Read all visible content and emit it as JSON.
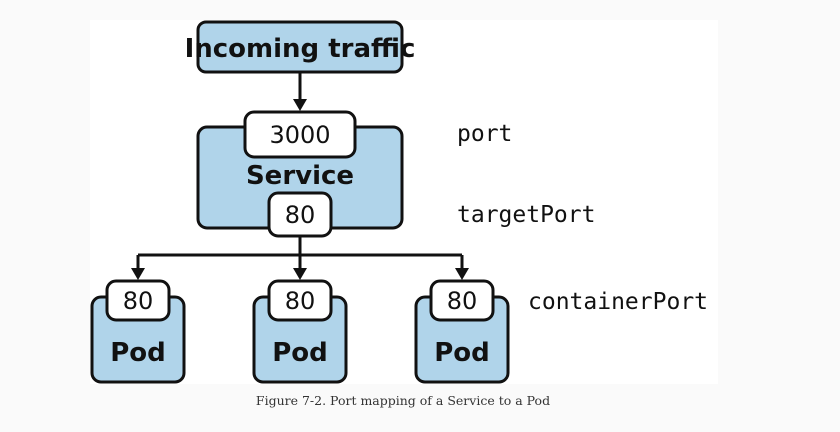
{
  "diagram": {
    "traffic_label": "Incoming traffic",
    "service_label": "Service",
    "service_port": "3000",
    "service_target_port": "80",
    "labels": {
      "port": "port",
      "target_port": "targetPort",
      "container_port": "containerPort"
    },
    "pods": [
      {
        "label": "Pod",
        "port": "80"
      },
      {
        "label": "Pod",
        "port": "80"
      },
      {
        "label": "Pod",
        "port": "80"
      }
    ],
    "colors": {
      "box_fill": "#b0d4ea",
      "stroke": "#111111"
    }
  },
  "caption": "Figure 7-2. Port mapping of a Service to a Pod"
}
